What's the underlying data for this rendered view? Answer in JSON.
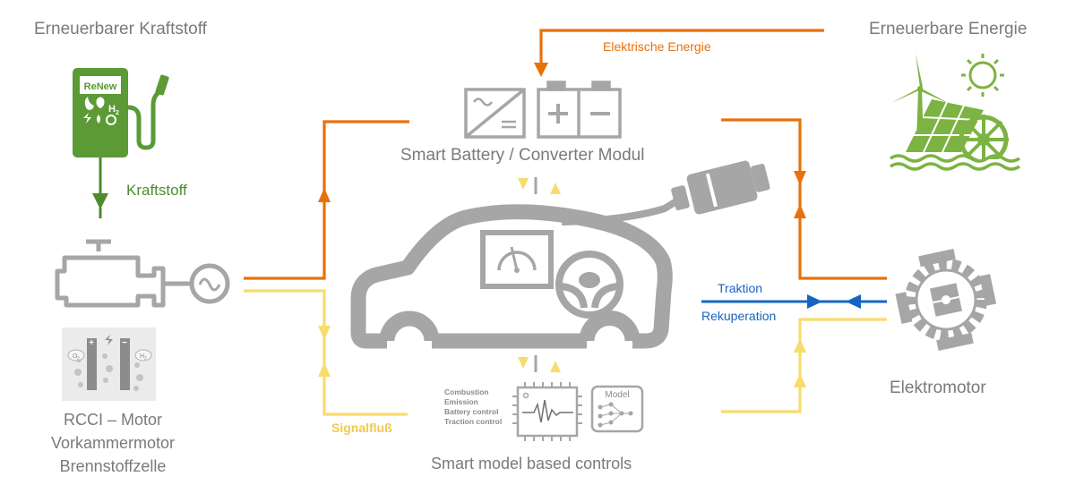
{
  "labels": {
    "renewable_fuel": "Erneuerbarer Kraftstoff",
    "renewable_energy": "Erneuerbare Energie",
    "electric_energy": "Elektrische Energie",
    "battery_module": "Smart Battery / Converter Modul",
    "fuel": "Kraftstoff",
    "traction": "Traktion",
    "recuperation": "Rekuperation",
    "electric_motor": "Elektromotor",
    "engine_types": [
      "RCCI – Motor",
      "Vorkammermotor",
      "Brennstoffzelle"
    ],
    "signal_flow": "Signalfluß",
    "smart_controls": "Smart model based controls",
    "fuel_pump_brand": "ReNew",
    "fuel_pump_h2": "H",
    "fuel_pump_h2_sub": "2",
    "fuel_cell_o2": "O",
    "fuel_cell_o2_sub": "2",
    "fuel_cell_h2": "H",
    "fuel_cell_h2_sub": "2",
    "model_box": "Model"
  },
  "control_functions": [
    "Combustion",
    "Emission",
    "Battery control",
    "Traction control"
  ],
  "colors": {
    "energy_orange": "#e8710a",
    "signal_yellow": "#f8dc6e",
    "motor_blue": "#1565c0",
    "fuel_green": "#5b9a35",
    "icon_gray": "#a6a6a6"
  }
}
